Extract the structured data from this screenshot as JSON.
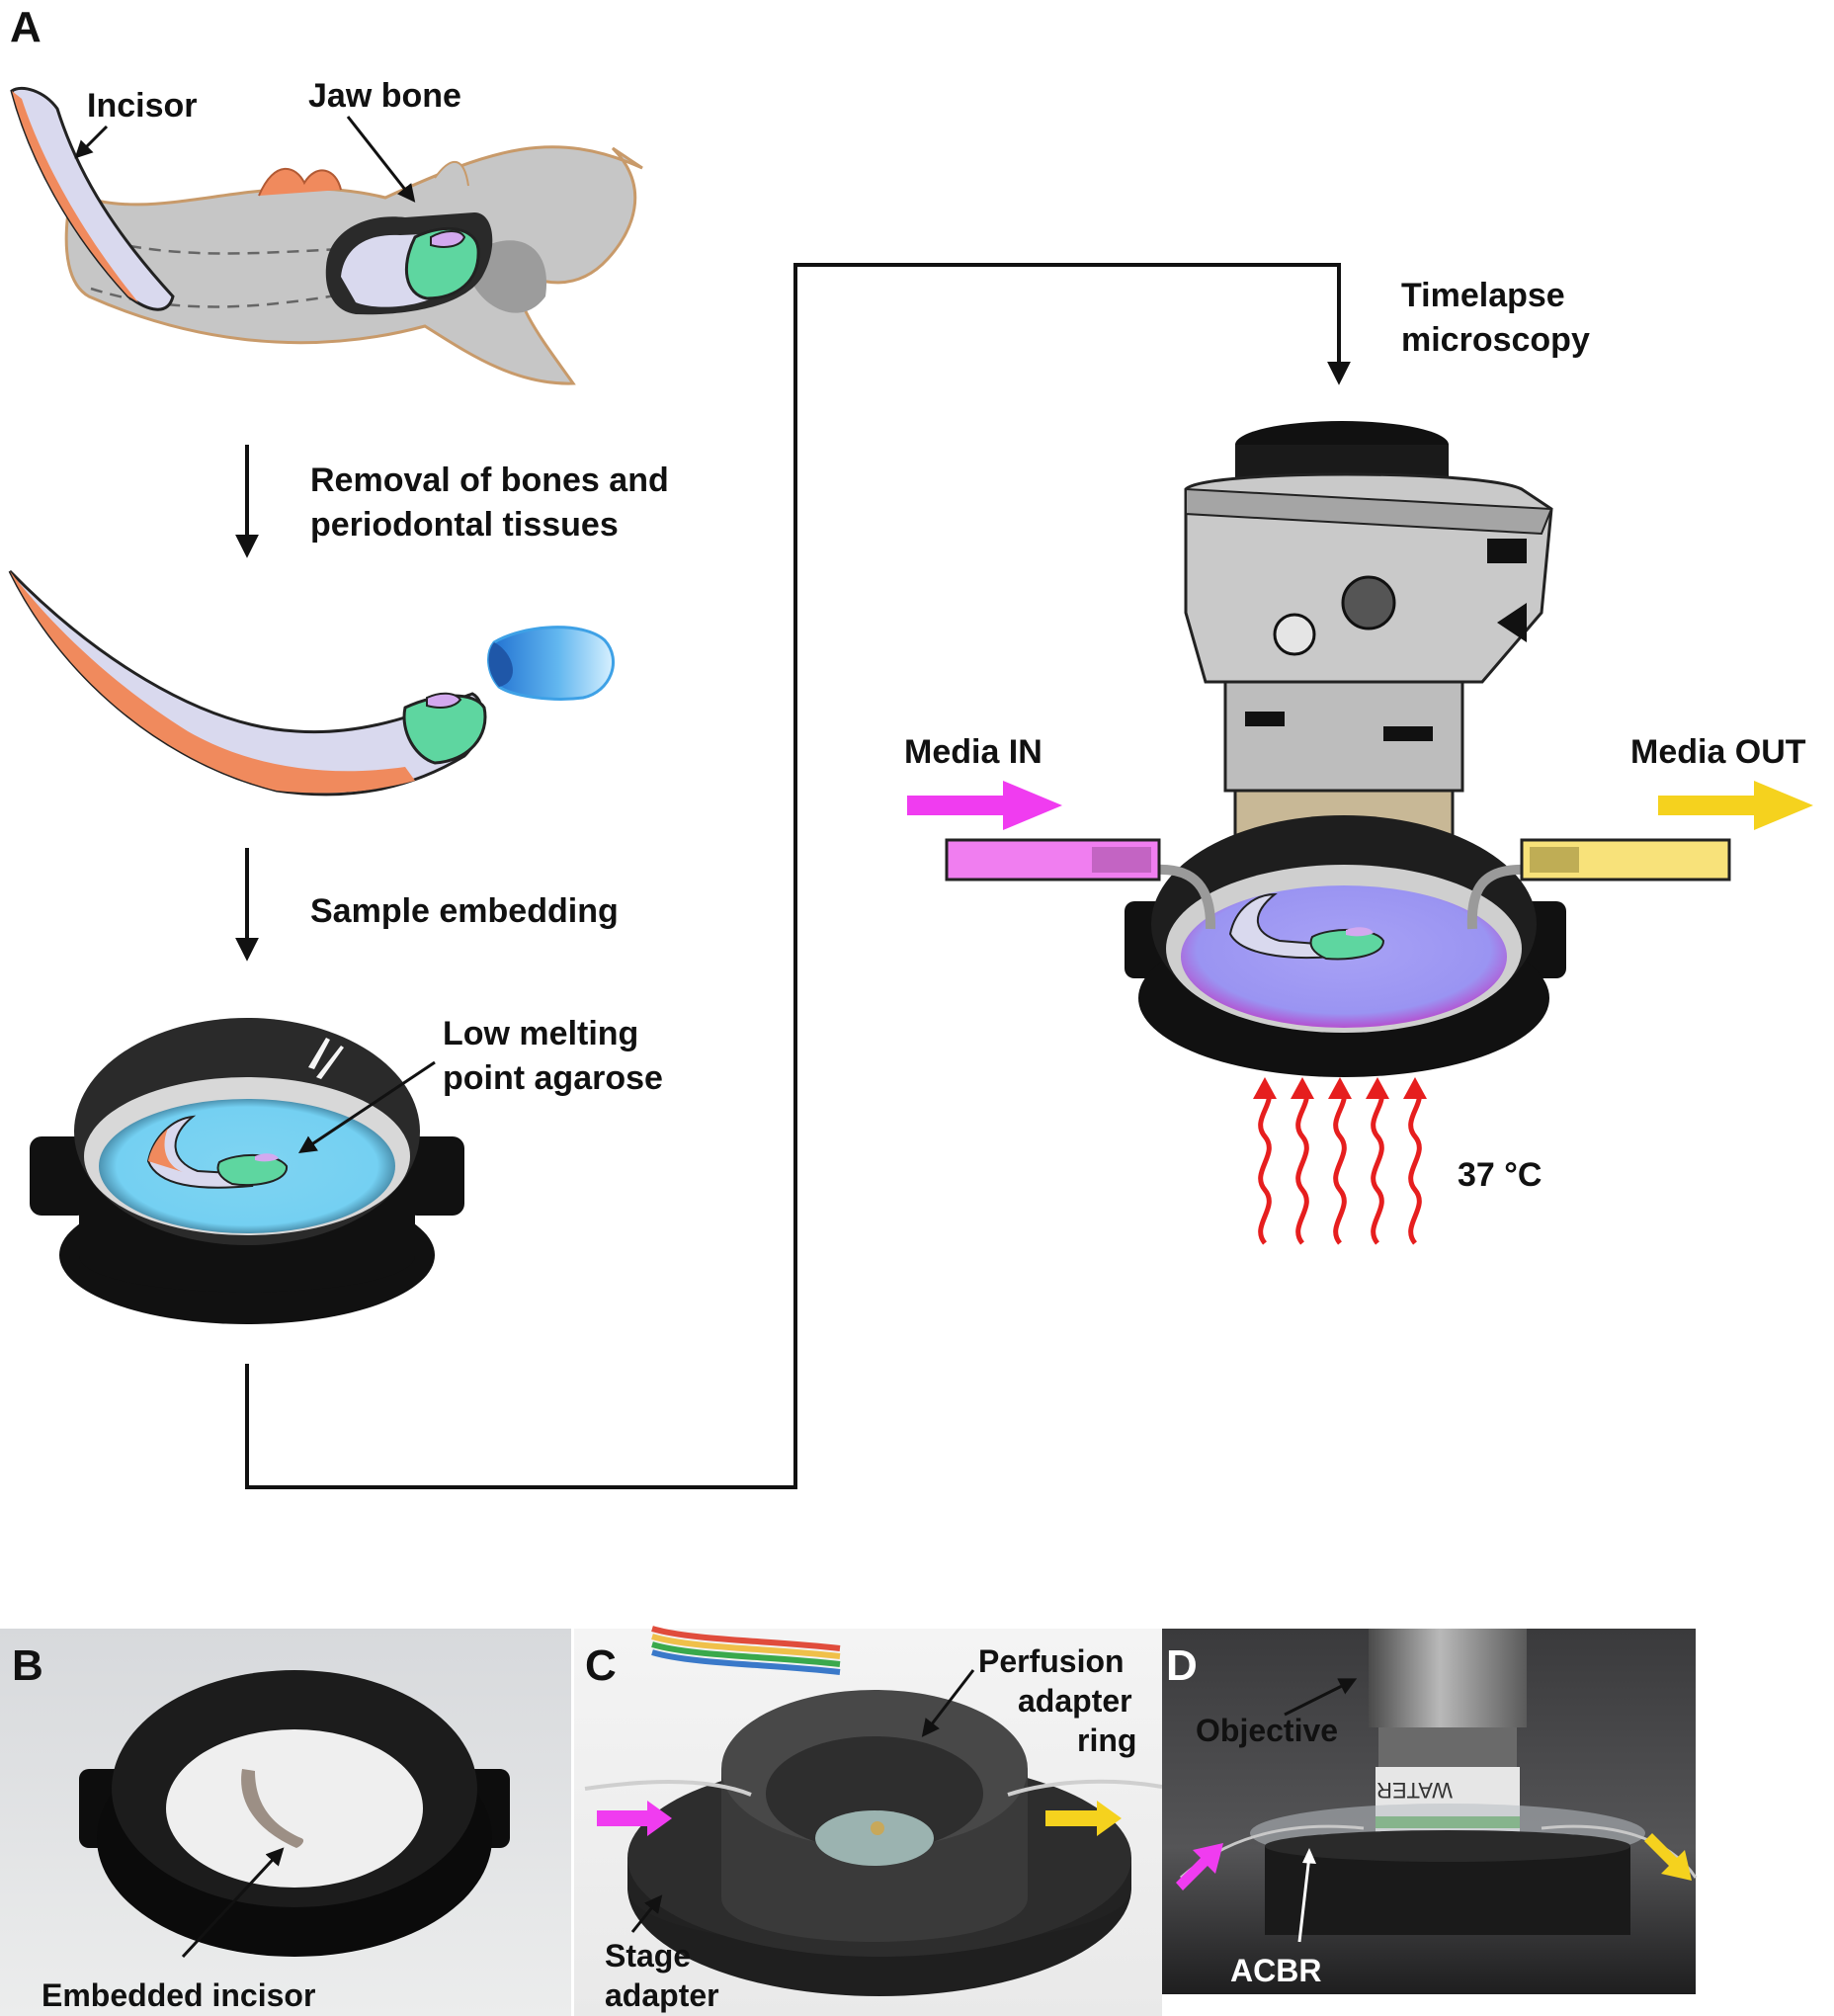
{
  "panels": {
    "A": {
      "letter": "A",
      "incisor_label": "Incisor",
      "jaw_bone_label": "Jaw bone",
      "step1_line1": "Removal of bones and",
      "step1_line2": "periodontal tissues",
      "step2": "Sample embedding",
      "agarose_line1": "Low melting",
      "agarose_line2": "point agarose",
      "timelapse_line1": "Timelapse",
      "timelapse_line2": "microscopy",
      "media_in": "Media IN",
      "media_out": "Media OUT",
      "temperature": "37 °C"
    },
    "B": {
      "letter": "B",
      "caption": "Embedded incisor"
    },
    "C": {
      "letter": "C",
      "perfusion_line1": "Perfusion",
      "perfusion_line2": "adapter",
      "perfusion_line3": "ring",
      "stage_line1": "Stage",
      "stage_line2": "adapter"
    },
    "D": {
      "letter": "D",
      "objective": "Objective",
      "acbr": "ACBR",
      "lens_text": "WATER"
    }
  },
  "colors": {
    "media_in": "#f03cf0",
    "media_out": "#f5d21e",
    "heat": "#e61e1e",
    "enamel": "#f08a5d",
    "dentin": "#d9d9ee",
    "stem_cells": "#5ed6a0",
    "agarose": "#7fd4f2",
    "media": "#9a94f2"
  },
  "icons": [
    "incisor-icon",
    "jaw-bone-icon",
    "microscope-icon",
    "dish-icon",
    "heat-wave-icon"
  ]
}
